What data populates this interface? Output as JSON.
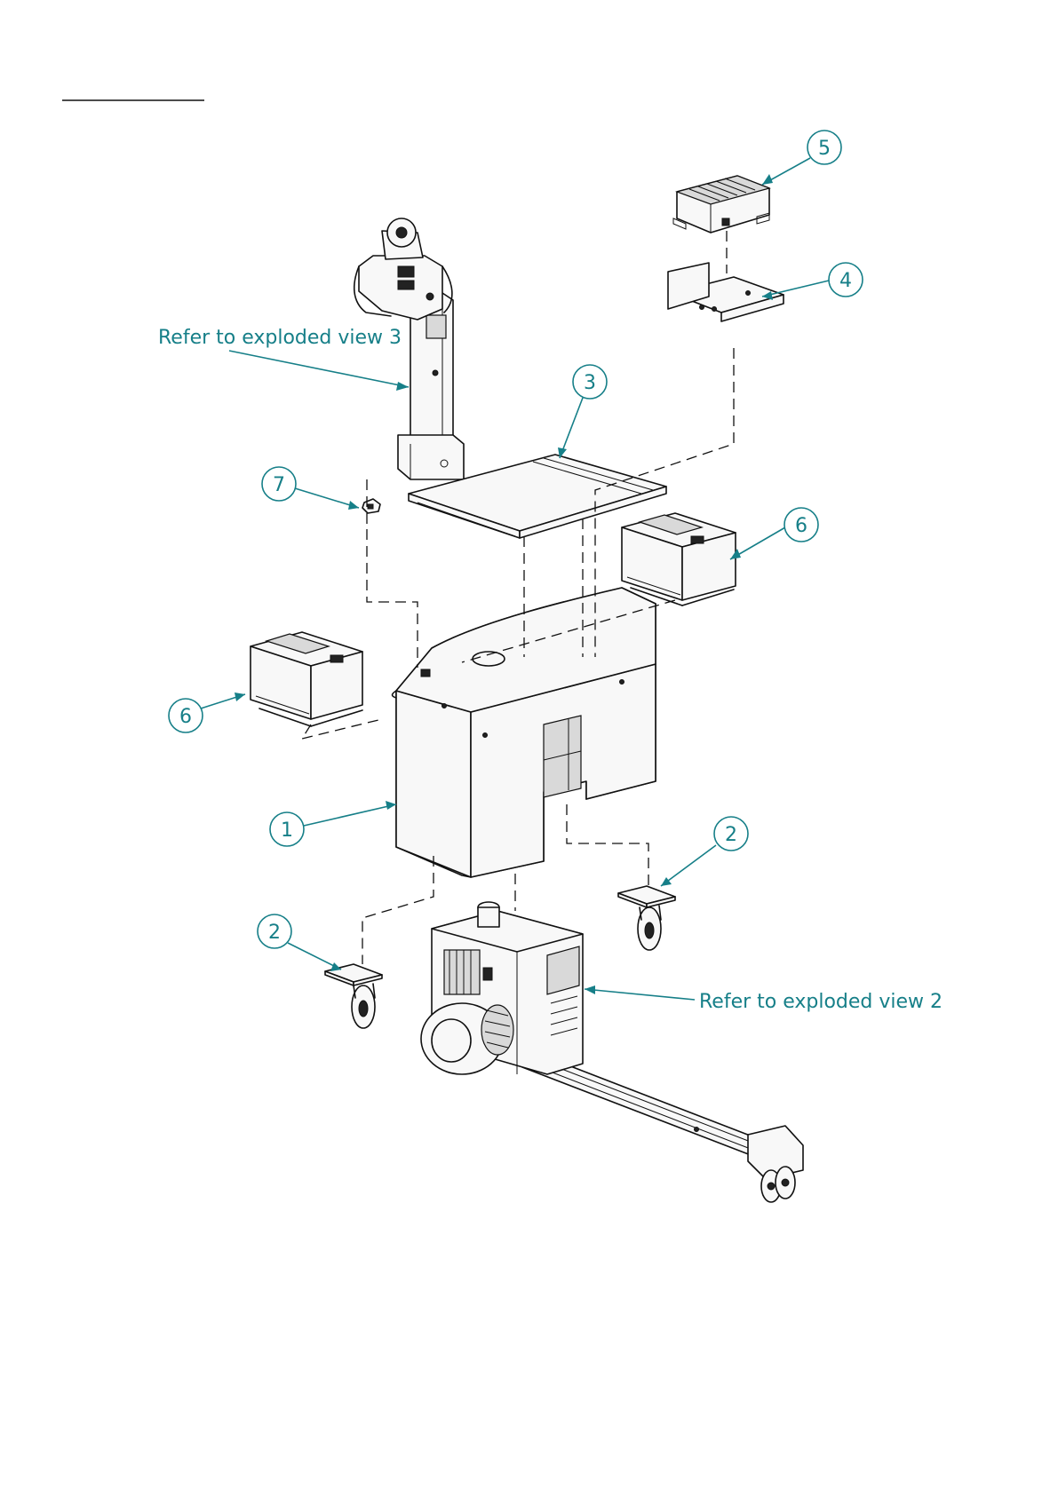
{
  "callouts": [
    {
      "id": "1",
      "label": "1"
    },
    {
      "id": "2a",
      "label": "2"
    },
    {
      "id": "2b",
      "label": "2"
    },
    {
      "id": "3",
      "label": "3"
    },
    {
      "id": "4",
      "label": "4"
    },
    {
      "id": "5",
      "label": "5"
    },
    {
      "id": "6a",
      "label": "6"
    },
    {
      "id": "6b",
      "label": "6"
    },
    {
      "id": "7",
      "label": "7"
    }
  ],
  "references": {
    "view3": "Refer to exploded view 3",
    "view2": "Refer to exploded view 2"
  },
  "colors": {
    "annotation": "#167f88",
    "linework": "#111111"
  }
}
